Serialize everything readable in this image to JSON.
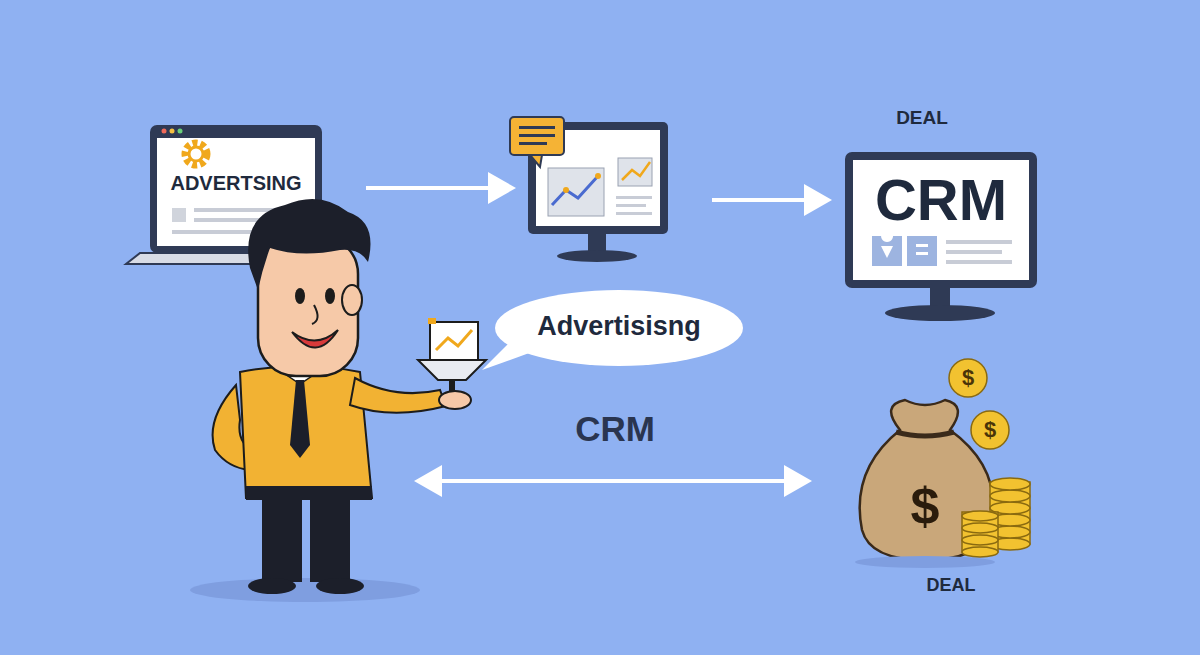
{
  "diagram": {
    "nodes": [
      {
        "text": [
          "ADVERTSING"
        ]
      },
      {
        "text": [
          "DEAL",
          "CRM"
        ]
      },
      {
        "text": [
          "Advertisisng"
        ]
      },
      {
        "text": [
          "$",
          "DEAL"
        ]
      }
    ],
    "labels": [
      "CRM",
      "$",
      "$"
    ]
  }
}
